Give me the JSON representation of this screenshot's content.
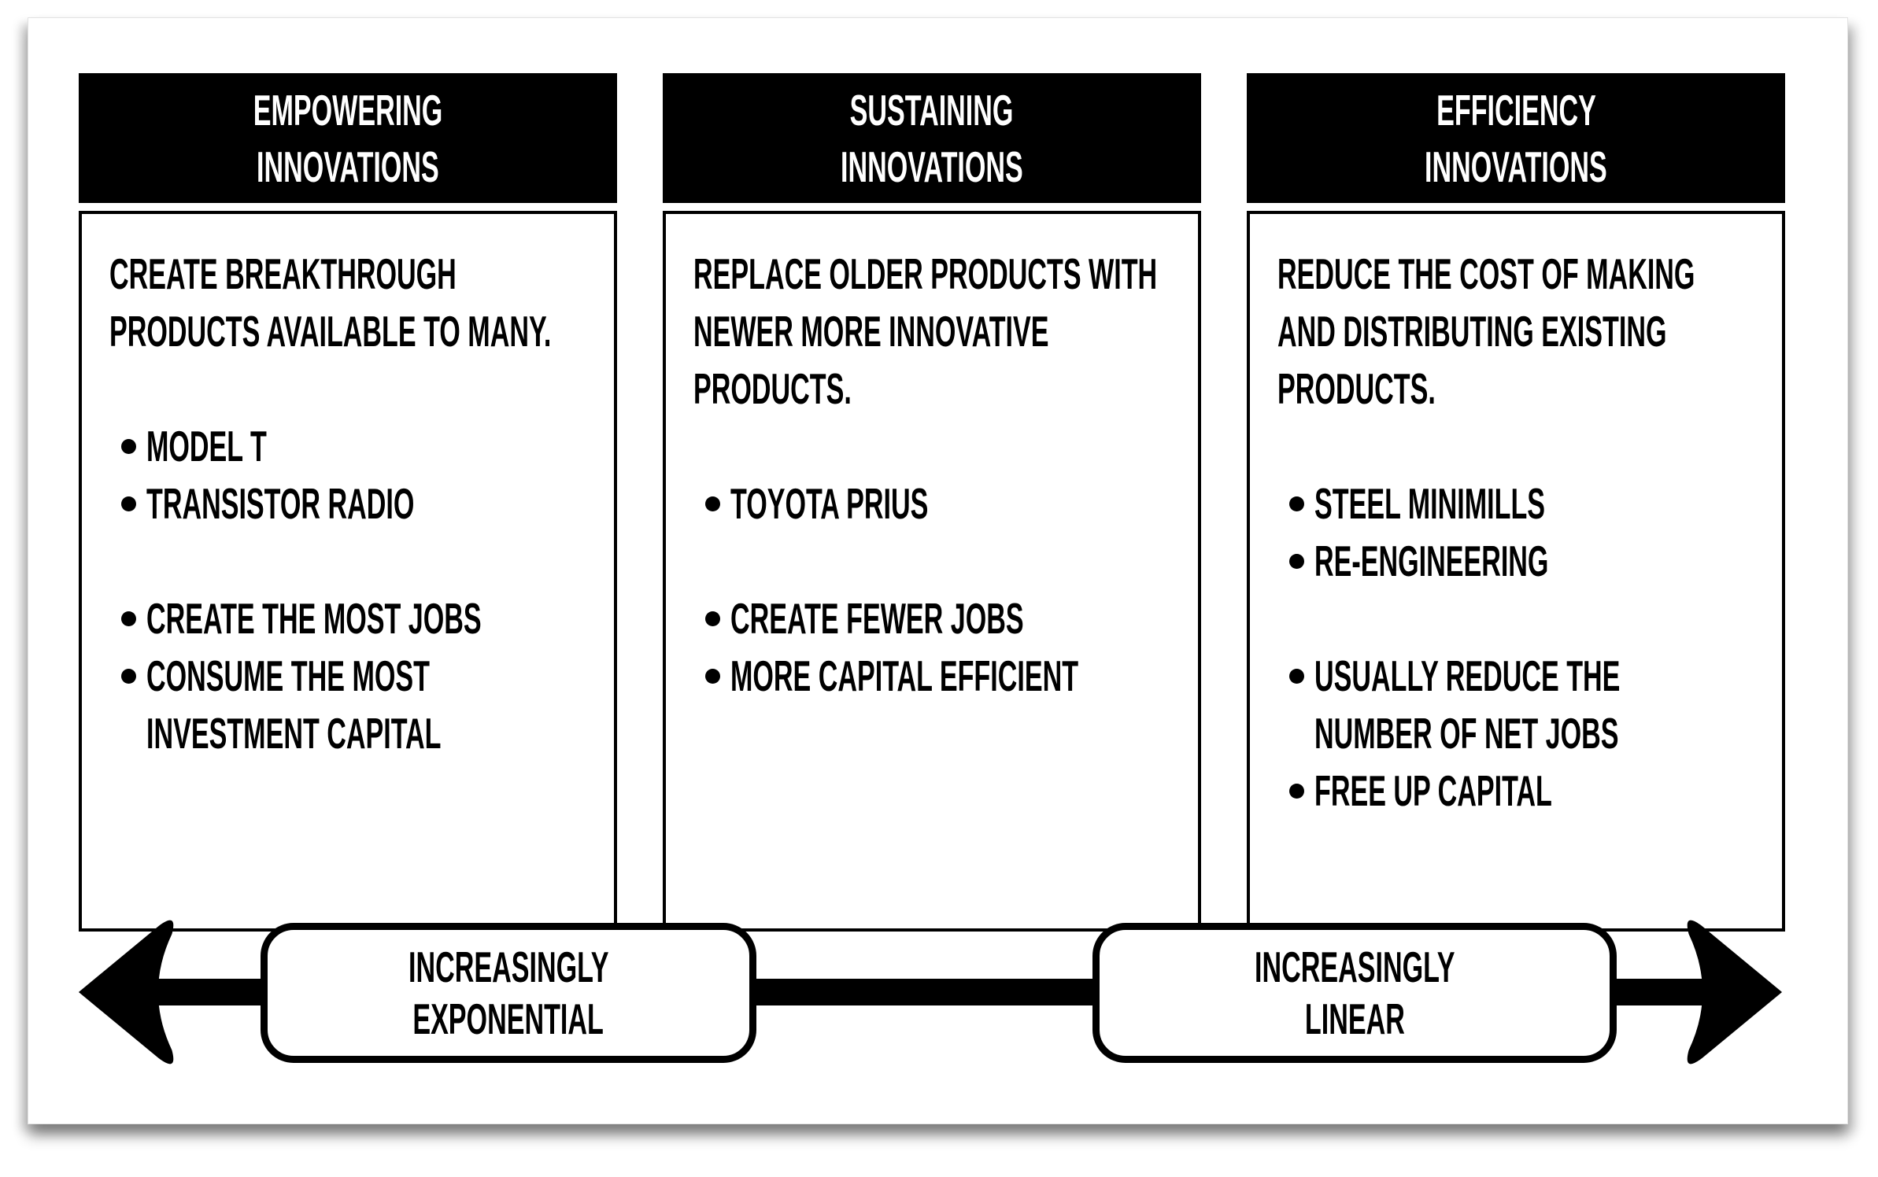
{
  "colors": {
    "ink": "#000000",
    "paper": "#ffffff"
  },
  "columns": [
    {
      "id": "empowering",
      "header_lines": [
        "EMPOWERING",
        "INNOVATIONS"
      ],
      "intro_lines": [
        "CREATE BREAKTHROUGH",
        "PRODUCTS AVAILABLE TO MANY."
      ],
      "bullet_groups": [
        [
          {
            "lines": [
              "MODEL T"
            ]
          },
          {
            "lines": [
              "TRANSISTOR RADIO"
            ]
          }
        ],
        [
          {
            "lines": [
              "CREATE THE MOST JOBS"
            ]
          },
          {
            "lines": [
              "CONSUME THE MOST",
              "INVESTMENT CAPITAL"
            ]
          }
        ]
      ]
    },
    {
      "id": "sustaining",
      "header_lines": [
        "SUSTAINING",
        "INNOVATIONS"
      ],
      "intro_lines": [
        "REPLACE OLDER PRODUCTS WITH",
        "NEWER MORE INNOVATIVE",
        "PRODUCTS."
      ],
      "bullet_groups": [
        [
          {
            "lines": [
              "TOYOTA PRIUS"
            ]
          }
        ],
        [
          {
            "lines": [
              "CREATE FEWER JOBS"
            ]
          },
          {
            "lines": [
              "MORE CAPITAL EFFICIENT"
            ]
          }
        ]
      ]
    },
    {
      "id": "efficiency",
      "header_lines": [
        "EFFICIENCY",
        "INNOVATIONS"
      ],
      "intro_lines": [
        "REDUCE THE COST OF MAKING",
        "AND DISTRIBUTING EXISTING",
        "PRODUCTS."
      ],
      "bullet_groups": [
        [
          {
            "lines": [
              "STEEL MINIMILLS"
            ]
          },
          {
            "lines": [
              "RE-ENGINEERING"
            ]
          }
        ],
        [
          {
            "lines": [
              "USUALLY REDUCE THE",
              "NUMBER OF NET JOBS"
            ]
          },
          {
            "lines": [
              "FREE UP CAPITAL"
            ]
          }
        ]
      ]
    }
  ],
  "axis": {
    "left_label_lines": [
      "INCREASINGLY",
      "EXPONENTIAL"
    ],
    "right_label_lines": [
      "INCREASINGLY",
      "LINEAR"
    ]
  }
}
